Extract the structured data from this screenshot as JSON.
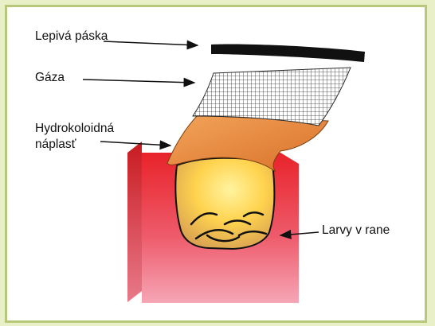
{
  "labels": {
    "tape": "Lepivá páska",
    "gauze": "Gáza",
    "hydrocolloid_line1": "Hydrokoloidná",
    "hydrocolloid_line2": "náplasť",
    "larvae": "Larvy v rane"
  },
  "colors": {
    "frame_background": "#e9f0c8",
    "frame_border": "#b8c87a",
    "tape": "#111111",
    "gauze_grid": "#2a2a2a",
    "hydrocolloid": "#e8893a",
    "tissue_red": "#e8232a",
    "tissue_pink": "#f6a6b6",
    "wound_yellow": "#ffe066",
    "wound_tan": "#d8a052"
  }
}
